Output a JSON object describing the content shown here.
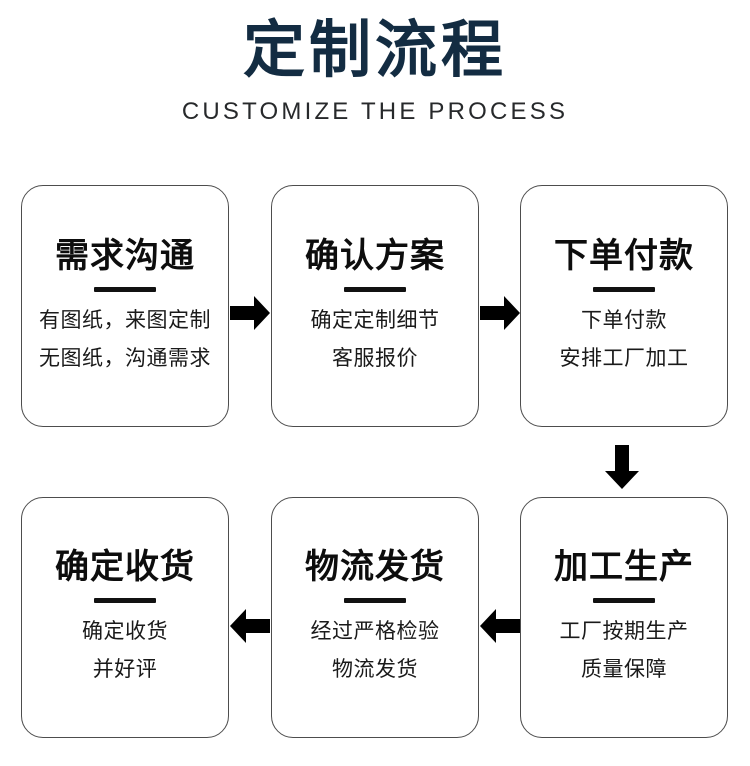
{
  "header": {
    "title": "定制流程",
    "subtitle": "CUSTOMIZE THE PROCESS",
    "title_color": "#132c42",
    "subtitle_color": "#27292b"
  },
  "theme": {
    "background": "#ffffff",
    "card_border": "#4d4d4d",
    "card_title_color": "#0d0d0d",
    "card_text_color": "#1a1a1a",
    "arrow_color": "#000000",
    "divider_color": "#111111"
  },
  "flow": {
    "steps": [
      {
        "index": 1,
        "title": "需求沟通",
        "line1": "有图纸，来图定制",
        "line2": "无图纸，沟通需求"
      },
      {
        "index": 2,
        "title": "确认方案",
        "line1": "确定定制细节",
        "line2": "客服报价"
      },
      {
        "index": 3,
        "title": "下单付款",
        "line1": "下单付款",
        "line2": "安排工厂加工"
      },
      {
        "index": 4,
        "title": "加工生产",
        "line1": "工厂按期生产",
        "line2": "质量保障"
      },
      {
        "index": 5,
        "title": "物流发货",
        "line1": "经过严格检验",
        "line2": "物流发货"
      },
      {
        "index": 6,
        "title": "确定收货",
        "line1": "确定收货",
        "line2": "并好评"
      }
    ],
    "connectors": [
      {
        "name": "arrow-right-step1-to-step2",
        "direction": "right"
      },
      {
        "name": "arrow-right-step2-to-step3",
        "direction": "right"
      },
      {
        "name": "arrow-down-step3-to-step4",
        "direction": "down"
      },
      {
        "name": "arrow-left-step4-to-step5",
        "direction": "left"
      },
      {
        "name": "arrow-left-step5-to-step6",
        "direction": "left"
      }
    ]
  }
}
